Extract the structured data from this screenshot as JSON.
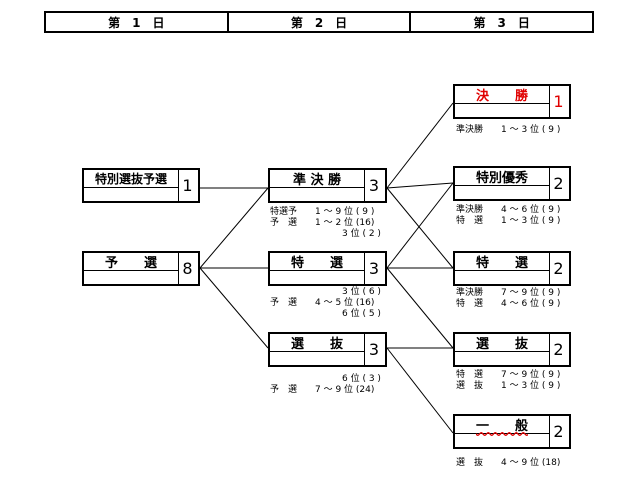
{
  "days": [
    "第　1　日",
    "第　2　日",
    "第　3　日"
  ],
  "boxes": {
    "tokubetsu_senbatsu_yosen": {
      "name": "特別選抜予選",
      "count": "1"
    },
    "yosen": {
      "name": "予　　選",
      "count": "8"
    },
    "jun_kessho": {
      "name": "準 決 勝",
      "count": "3"
    },
    "tokusen": {
      "name": "特　　選",
      "count": "3"
    },
    "senbatsu": {
      "name": "選　　抜",
      "count": "3"
    },
    "kessho": {
      "name": "決　　勝",
      "count": "1"
    },
    "tokubetsu_yushu": {
      "name": "特別優秀",
      "count": "2"
    },
    "tokusen3": {
      "name": "特　　選",
      "count": "2"
    },
    "senbatsu3": {
      "name": "選　　抜",
      "count": "2"
    },
    "ippan": {
      "name": "一　　般",
      "count": "2"
    }
  },
  "notes": {
    "jun_kessho": "特選予　　1 ～ 9 位 ( 9 )\n予　選　　1 ～ 2 位 (16)\n　　　　　　　　3 位 ( 2 )",
    "tokusen": "　　　　　　　　3 位 ( 6 )\n予　選　　4 ～ 5 位 (16)\n　　　　　　　　6 位 ( 5 )",
    "senbatsu": "　　　　　　　　6 位 ( 3 )\n予　選　　7 ～ 9 位 (24)",
    "kessho": "準決勝　　1 ～ 3 位 ( 9 )",
    "tokubetsu_yushu": "準決勝　　4 ～ 6 位 ( 9 )\n特　選　　1 ～ 3 位 ( 9 )",
    "tokusen3": "準決勝　　7 ～ 9 位 ( 9 )\n特　選　　4 ～ 6 位 ( 9 )",
    "senbatsu3": "特　選　　7 ～ 9 位 ( 9 )\n選　抜　　1 ～ 3 位 ( 9 )",
    "ippan": "選　抜　　4 ～ 9 位 (18)"
  },
  "colors": {
    "kessho_name": "#e00000",
    "underline": "#e00000"
  }
}
